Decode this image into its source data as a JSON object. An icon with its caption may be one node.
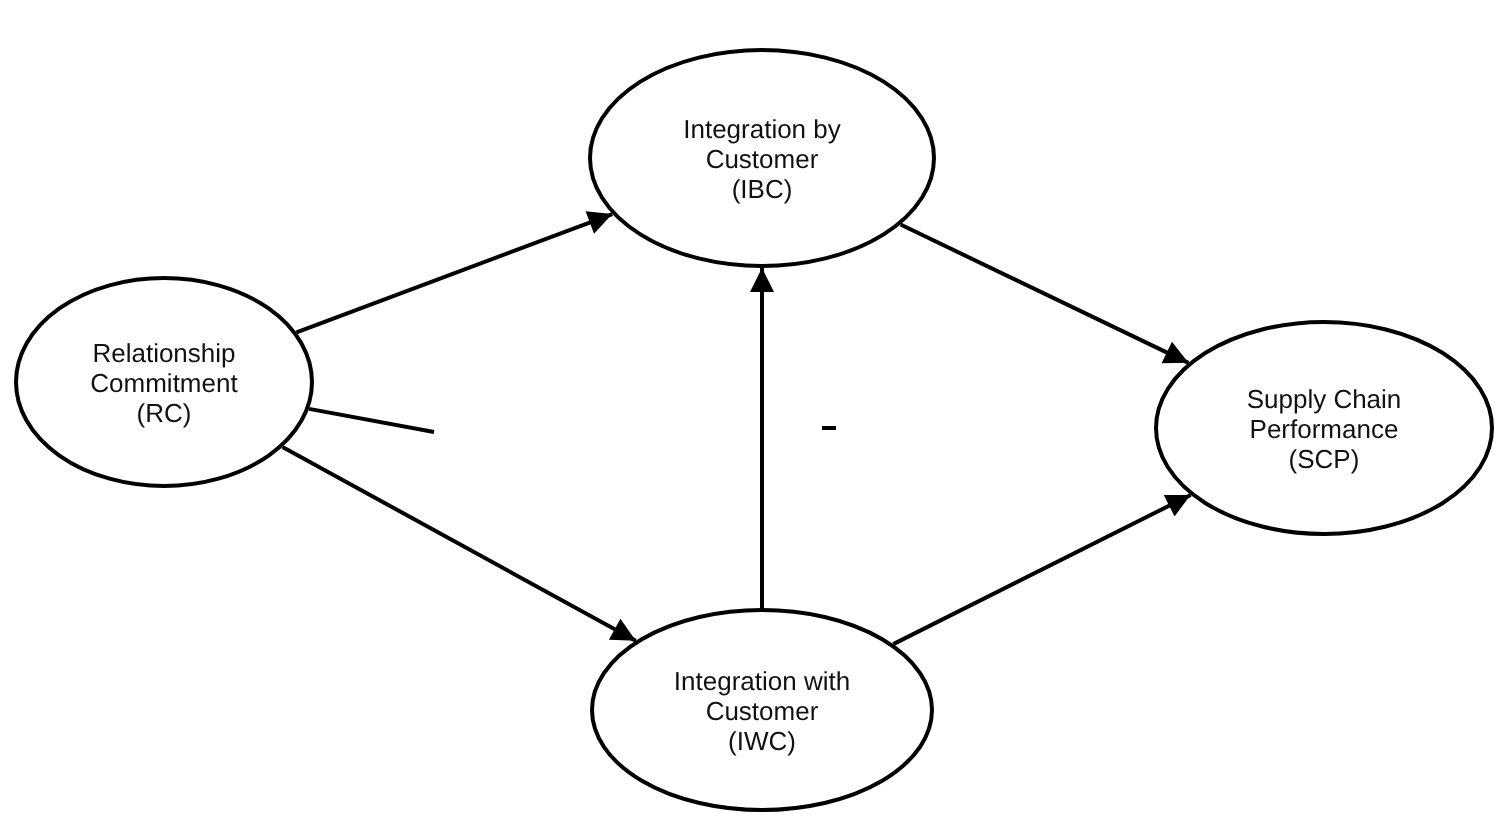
{
  "diagram": {
    "nodes": [
      {
        "text": [
          "Relationship Commitment",
          "(RC)"
        ]
      },
      {
        "text": [
          "Integration by Customer",
          "(IBC)"
        ]
      },
      {
        "text": [
          "Supply Chain Performance",
          "(SCP)"
        ]
      },
      {
        "text": [
          "Integration with Customer",
          "(IWC)"
        ]
      }
    ],
    "edges": [
      {
        "from": 0,
        "to": 1,
        "arrow": "to"
      },
      {
        "from": 0,
        "to": 3,
        "arrow": "to"
      },
      {
        "from": 1,
        "to": 2,
        "arrow": "to"
      },
      {
        "from": 3,
        "to": 2,
        "arrow": "to"
      },
      {
        "from": 3,
        "to": 1,
        "arrow": "to"
      },
      {
        "from": 0,
        "to": null,
        "arrow": "none"
      }
    ]
  }
}
